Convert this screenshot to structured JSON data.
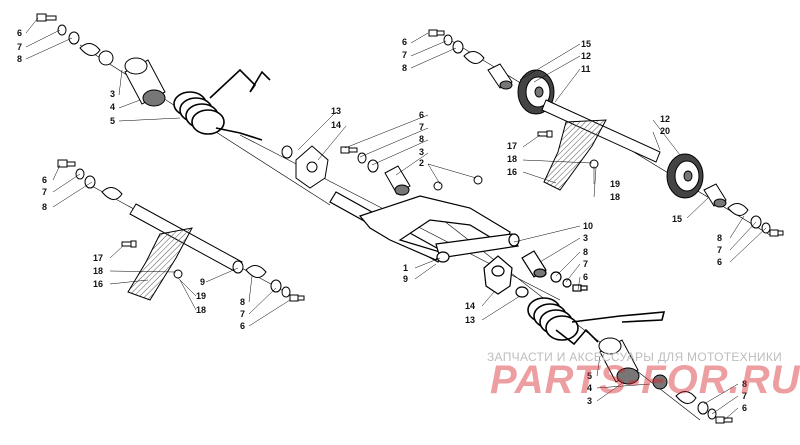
{
  "watermark": {
    "caption": "ЗАПЧАСТИ И АКСЕССУАРЫ ДЛЯ МОТОТЕХНИКИ",
    "brand": "PARTS-FOR.RU",
    "brand_color": "#d7282d"
  },
  "callouts": {
    "tl": [
      "6",
      "7",
      "8",
      "3",
      "4",
      "5"
    ],
    "center": [
      "13",
      "14",
      "6",
      "7",
      "8",
      "3",
      "2"
    ],
    "tr_top": [
      "6",
      "7",
      "8",
      "15",
      "12",
      "11"
    ],
    "tr_right": [
      "12",
      "20"
    ],
    "tr_left": [
      "17",
      "18",
      "16",
      "19",
      "18"
    ],
    "tr_bottom": [
      "15",
      "8",
      "7",
      "6"
    ],
    "left": [
      "6",
      "7",
      "8",
      "17",
      "18",
      "16",
      "9",
      "19",
      "18",
      "8",
      "7",
      "6"
    ],
    "center_low": [
      "1",
      "9",
      "10",
      "3",
      "8",
      "7",
      "6",
      "14",
      "13"
    ],
    "bottom": [
      "5",
      "4",
      "3",
      "8",
      "7",
      "6"
    ]
  }
}
